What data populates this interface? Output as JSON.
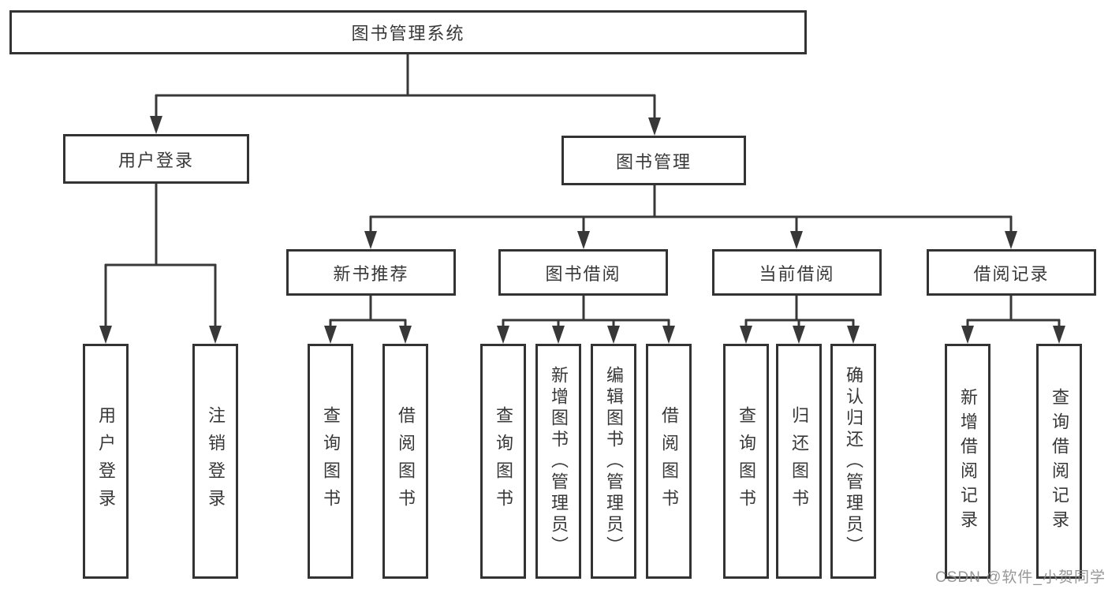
{
  "diagram": {
    "root": {
      "label": "图书管理系统"
    },
    "level2": [
      {
        "label": "用户登录"
      },
      {
        "label": "图书管理"
      }
    ],
    "level3": [
      {
        "label": "新书推荐",
        "parent": "图书管理"
      },
      {
        "label": "图书借阅",
        "parent": "图书管理"
      },
      {
        "label": "当前借阅",
        "parent": "图书管理"
      },
      {
        "label": "借阅记录",
        "parent": "图书管理"
      }
    ],
    "leaves": [
      {
        "label": "用户登录",
        "parent": "用户登录"
      },
      {
        "label": "注销登录",
        "parent": "用户登录"
      },
      {
        "label": "查询图书",
        "parent": "新书推荐"
      },
      {
        "label": "借阅图书",
        "parent": "新书推荐"
      },
      {
        "label": "查询图书",
        "parent": "图书借阅"
      },
      {
        "label": "新增图书（管理员）",
        "parent": "图书借阅"
      },
      {
        "label": "编辑图书（管理员）",
        "parent": "图书借阅"
      },
      {
        "label": "借阅图书",
        "parent": "图书借阅"
      },
      {
        "label": "查询图书",
        "parent": "当前借阅"
      },
      {
        "label": "归还图书",
        "parent": "当前借阅"
      },
      {
        "label": "确认归还（管理员）",
        "parent": "当前借阅"
      },
      {
        "label": "新增借阅记录",
        "parent": "借阅记录"
      },
      {
        "label": "查询借阅记录",
        "parent": "借阅记录"
      }
    ],
    "colors": {
      "line": "#383838",
      "box_border": "#333333",
      "text": "#383838",
      "watermark": "#8c8c8c",
      "background": "#ffffff"
    },
    "watermark": "CSDN @软件_小贺同学"
  }
}
